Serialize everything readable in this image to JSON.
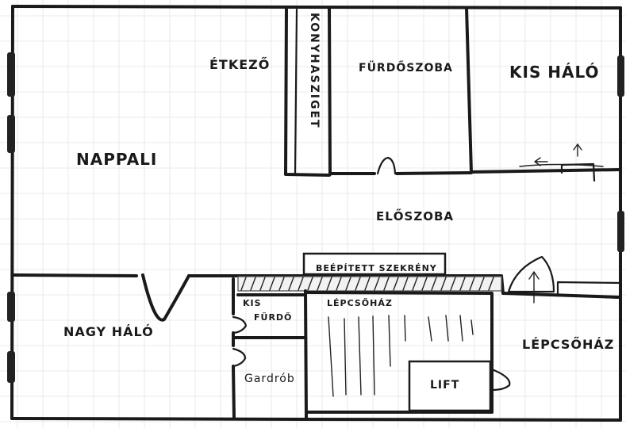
{
  "rooms": {
    "etkezo": "ÉTKEZŐ",
    "konyhasziget": "KONYHASZIGET",
    "furdoszoba": "FÜRDŐSZOBA",
    "kis_halo": "KIS HÁLÓ",
    "nappali": "NAPPALI",
    "eloszoba": "ELŐSZOBA",
    "beepitett_szekreny": "BEÉPÍTETT SZEKRÉNY",
    "nagy_halo": "NAGY HÁLÓ",
    "kis_furdo": "KIS FÜRDŐ",
    "garderob": "Gardrób",
    "lepcsohaz_label": "LÉPCSŐHÁZ",
    "lepcsohaz_right": "LÉPCSŐHÁZ",
    "lift": "LIFT"
  }
}
